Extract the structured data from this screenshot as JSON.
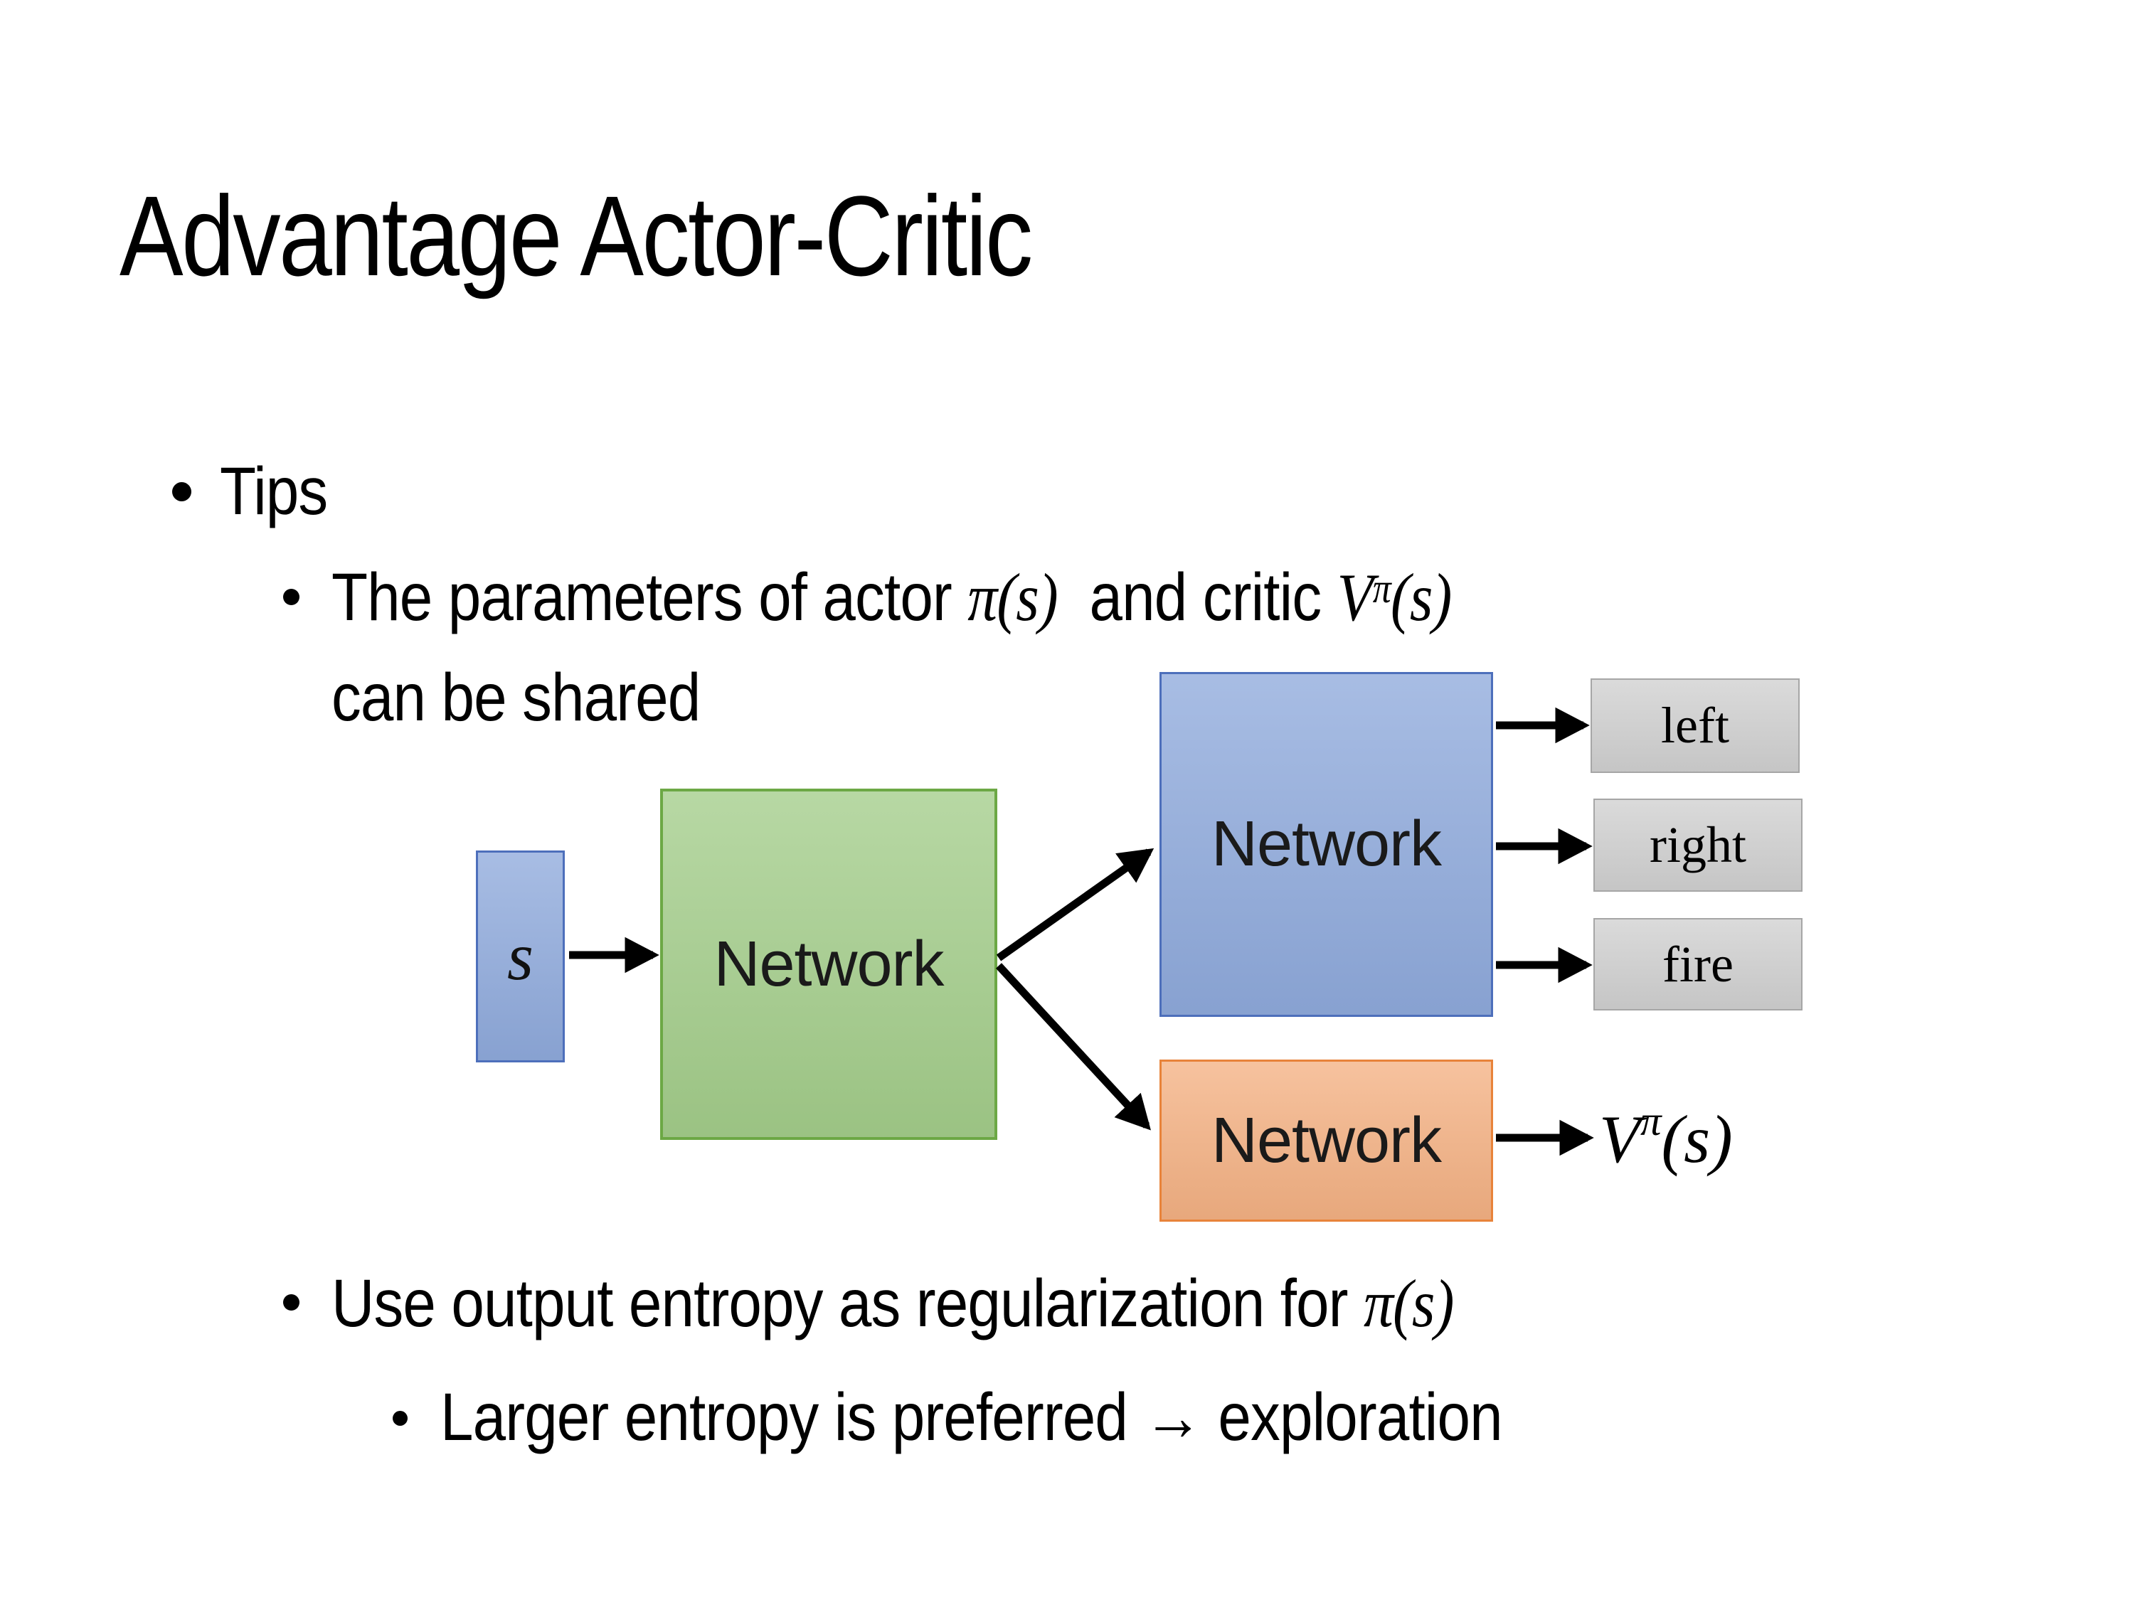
{
  "slide": {
    "title": "Advantage Actor-Critic",
    "tips_label": "Tips",
    "shared_params": {
      "line1_pre": "The parameters of actor ",
      "actor_symbol": "π",
      "actor_args": "(s)",
      "line1_mid": "  and critic ",
      "critic_base": "V",
      "critic_sup": "π",
      "critic_args": "(s)",
      "line2": "can be shared"
    },
    "entropy_tip": {
      "pre": "Use output entropy as regularization for ",
      "policy_symbol": "π",
      "policy_args": "(s)"
    },
    "exploration_tip": "Larger entropy is preferred → exploration"
  },
  "diagram": {
    "input_label": "s",
    "shared_network_label": "Network",
    "actor_network_label": "Network",
    "critic_network_label": "Network",
    "actions": [
      "left",
      "right",
      "fire"
    ],
    "value_output": {
      "base": "V",
      "sup": "π",
      "args": "(s)"
    }
  },
  "theme": {
    "background": "#ffffff",
    "text_color": "#000000",
    "input_box_fill": "#8faadc",
    "input_box_border": "#4d6fbb",
    "shared_box_fill": "#a3cd8a",
    "shared_box_border": "#6ca845",
    "actor_box_fill": "#8faadc",
    "actor_box_border": "#4d6fbb",
    "critic_box_fill": "#f4b183",
    "critic_box_border": "#e8833a",
    "action_box_fill": "#d0d0d0",
    "action_box_border": "#a6a6a6",
    "arrow_color": "#000000"
  }
}
